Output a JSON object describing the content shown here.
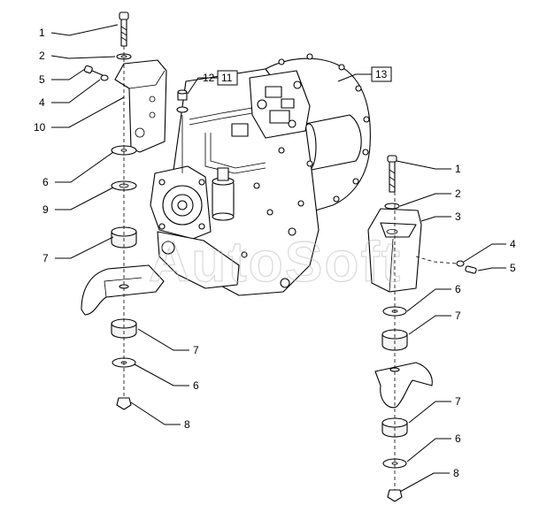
{
  "diagram": {
    "labels": {
      "l1a": "1",
      "l2a": "2",
      "l5a": "5",
      "l4a": "4",
      "l10": "10",
      "l6a": "6",
      "l9": "9",
      "l7a": "7",
      "l12": "12",
      "l11": "11",
      "l13": "13",
      "l7b": "7",
      "l6b": "6",
      "l8a": "8",
      "l1b": "1",
      "l2b": "2",
      "l3": "3",
      "l4b": "4",
      "l5b": "5",
      "l6c": "6",
      "l7c": "7",
      "l7d": "7",
      "l6d": "6",
      "l8b": "8"
    },
    "watermark": "AutoSoft"
  }
}
